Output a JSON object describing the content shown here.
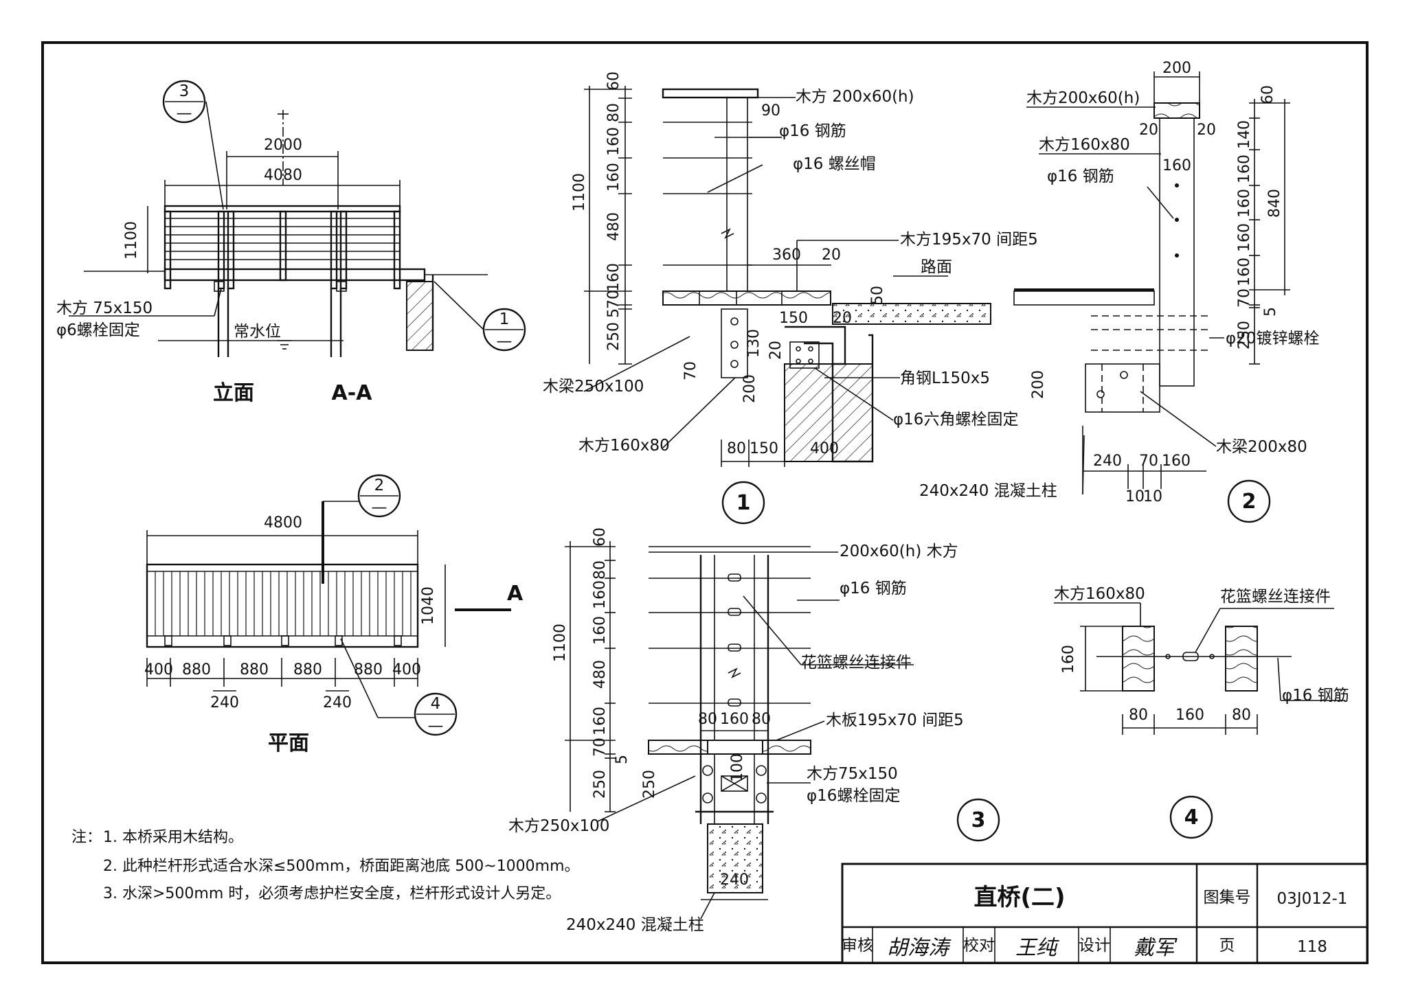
{
  "drawing": {
    "elevation": {
      "caption": "立面",
      "section_caption": "A-A",
      "dims": [
        "2000",
        "4080",
        "1100"
      ],
      "labels": [
        "木方 75x150",
        "φ6螺栓固定",
        "常水位"
      ],
      "refs": [
        {
          "num": "3",
          "sub": "—"
        },
        {
          "num": "1",
          "sub": "—"
        }
      ]
    },
    "plan": {
      "caption": "平面",
      "section_mark": "A",
      "dims_top": [
        "4800"
      ],
      "dim_side": "1040",
      "dims_bottom": [
        "400",
        "880",
        "880",
        "880",
        "880",
        "400"
      ],
      "dims_posts": [
        "240",
        "240"
      ],
      "refs": [
        {
          "num": "2",
          "sub": "—"
        },
        {
          "num": "4",
          "sub": "—"
        }
      ]
    },
    "detail1": {
      "number": "1",
      "vdims": [
        "60",
        "80",
        "160",
        "160",
        "480",
        "160",
        "70",
        "5",
        "250",
        "1100"
      ],
      "labels": [
        "木方 200x60(h)",
        "90",
        "φ16 钢筋",
        "φ16 螺丝帽",
        "木方195x70 间距5",
        "360",
        "20",
        "路面",
        "50",
        "150",
        "20",
        "130",
        "20",
        "70",
        "200",
        "木梁250x100",
        "木方160x80",
        "角钢L150x5",
        "φ16六角螺栓固定",
        "400"
      ],
      "hdims": [
        "80",
        "150"
      ]
    },
    "detail2": {
      "number": "2",
      "top_dim": "200",
      "labels": [
        "木方200x60(h)",
        "木方160x80",
        "φ16 钢筋",
        "φ20镀锌螺栓",
        "木梁200x80",
        "240x240 混凝土柱",
        "200"
      ],
      "vdims": [
        "60",
        "140",
        "160",
        "160",
        "160",
        "160",
        "70",
        "5",
        "250",
        "840"
      ],
      "inner": [
        "20",
        "20",
        "160"
      ],
      "hdims": [
        "240",
        "70",
        "160"
      ],
      "hdims_small": [
        "10",
        "10"
      ]
    },
    "detail3": {
      "number": "3",
      "vdims": [
        "60",
        "80",
        "160",
        "160",
        "480",
        "160",
        "70",
        "5",
        "250",
        "1100"
      ],
      "labels": [
        "200x60(h) 木方",
        "φ16 钢筋",
        "花篮螺丝连接件",
        "木板195x70 间距5",
        "木方75x150",
        "φ16螺栓固定",
        "木方250x100",
        "240x240 混凝土柱"
      ],
      "inner_dims": [
        "80",
        "160",
        "80",
        "100",
        "250",
        "240"
      ]
    },
    "detail4": {
      "number": "4",
      "labels": [
        "木方160x80",
        "花篮螺丝连接件",
        "φ16 钢筋"
      ],
      "vdim": "160",
      "hdims": [
        "80",
        "160",
        "80"
      ]
    }
  },
  "notes": {
    "prefix": "注：",
    "items": [
      "1. 本桥采用木结构。",
      "2. 此种栏杆形式适合水深≤500mm，桥面距离池底 500~1000mm。",
      "3. 水深>500mm 时，必须考虑护栏安全度，栏杆形式设计人另定。"
    ]
  },
  "title_block": {
    "title": "直桥(二)",
    "atlas_label": "图集号",
    "atlas_value": "03J012-1",
    "review_label": "审核",
    "check_label": "校对",
    "design_label": "设计",
    "page_label": "页",
    "page_value": "118",
    "signatures": [
      "胡海涛",
      "王纯",
      "戴军"
    ]
  }
}
